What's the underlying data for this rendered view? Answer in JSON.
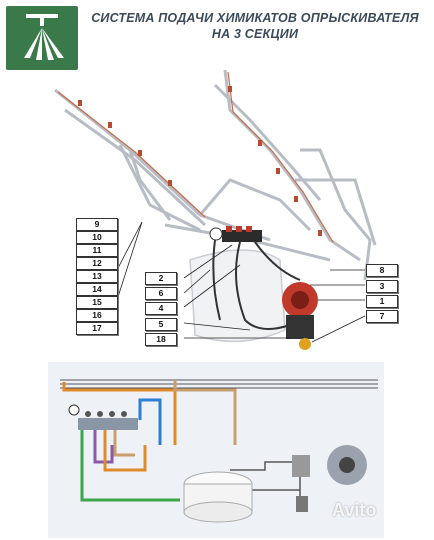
{
  "title_line1": "СИСТЕМА ПОДАЧИ ХИМИКАТОВ ОПРЫСКИВАТЕЛЯ",
  "title_line2": "НА 3 СЕКЦИИ",
  "left_callouts": [
    "9",
    "10",
    "11",
    "12",
    "13",
    "14",
    "15",
    "16",
    "17"
  ],
  "middle_callouts": [
    "2",
    "6",
    "4",
    "5",
    "18"
  ],
  "right_callouts": [
    "8",
    "3",
    "1",
    "7"
  ],
  "watermark": "Avito",
  "colors": {
    "logo_bg": "#3a7a4a",
    "title": "#3d4a5a",
    "line_orange": "#e08a2a",
    "line_blue": "#2a7fd0",
    "line_green": "#3aa84a",
    "line_purple": "#8a5aa8",
    "line_tan": "#c8a070",
    "pump_red": "#c0392b"
  }
}
